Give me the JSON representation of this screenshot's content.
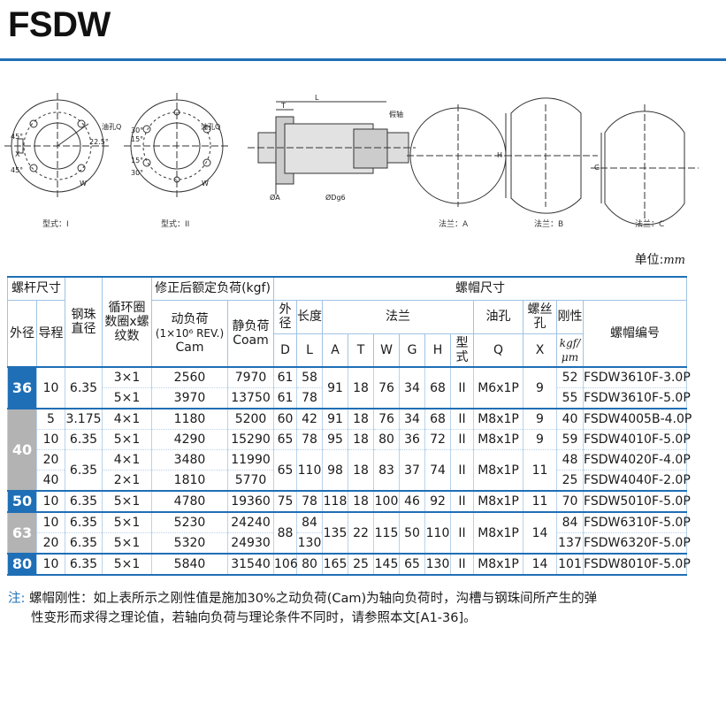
{
  "title": "FSDW",
  "drawings": {
    "type1_caption": "型式：I",
    "type2_caption": "型式：II",
    "flangeA_caption": "法兰：A",
    "flangeB_caption": "法兰：B",
    "flangeC_caption": "法兰：C",
    "labels": {
      "oil_hole": "油孔Q",
      "deg45": "45°",
      "deg225": "22.5°",
      "deg30": "30°",
      "deg15": "15°",
      "X": "X",
      "W": "W",
      "L": "L",
      "T": "T",
      "H": "H",
      "G": "G",
      "fake_shaft": "假轴",
      "phiA": "ØA",
      "phiDg6": "ØDg6"
    }
  },
  "unit_label": "单位:",
  "unit_value": "mm",
  "table": {
    "head": {
      "shaft_size": "螺杆尺寸",
      "outer_dia": "外径",
      "lead": "导程",
      "ball_dia": "钢珠直径",
      "circuits": "循环圈数圈x螺纹数",
      "load_group": "修正后额定负荷(kgf)",
      "dynamic_load": "动负荷",
      "dynamic_unit": "(1×10⁶ REV.)",
      "dynamic_cam": "Cam",
      "static_load": "静负荷",
      "static_coam": "Coam",
      "nut_size": "螺帽尺寸",
      "nut_od": "外径",
      "length": "长度",
      "flange": "法兰",
      "oil_hole": "油孔",
      "screw_hole": "螺丝孔",
      "stiffness": "刚性",
      "nut_model": "螺帽编号",
      "D": "D",
      "L": "L",
      "A": "A",
      "T": "T",
      "W": "W",
      "G": "G",
      "H": "H",
      "type": "型式",
      "Q": "Q",
      "X": "X",
      "stiff_unit": "kgf/μm"
    },
    "rows": [
      {
        "dia": "36",
        "lead": "10",
        "ball": "6.35",
        "circ": "3×1",
        "dyn": "2560",
        "stat": "7970",
        "D": "61",
        "L": "58",
        "A": "91",
        "T": "18",
        "W": "76",
        "G": "34",
        "H": "68",
        "type": "II",
        "Q": "M6x1P",
        "X": "9",
        "K": "52",
        "model": "FSDW3610F-3.0P"
      },
      {
        "circ": "5×1",
        "dyn": "3970",
        "stat": "13750",
        "D": "61",
        "L": "78",
        "K": "55",
        "model": "FSDW3610F-5.0P"
      },
      {
        "dia": "40",
        "lead": "5",
        "ball": "3.175",
        "circ": "4×1",
        "dyn": "1180",
        "stat": "5200",
        "D": "60",
        "L": "42",
        "A": "91",
        "T": "18",
        "W": "76",
        "G": "34",
        "H": "68",
        "type": "II",
        "Q": "M8x1P",
        "X": "9",
        "K": "40",
        "model": "FSDW4005B-4.0P"
      },
      {
        "lead": "10",
        "ball": "6.35",
        "circ": "5×1",
        "dyn": "4290",
        "stat": "15290",
        "D": "65",
        "L": "78",
        "A": "95",
        "T": "18",
        "W": "80",
        "G": "36",
        "H": "72",
        "type": "II",
        "Q": "M8x1P",
        "X": "9",
        "K": "59",
        "model": "FSDW4010F-5.0P"
      },
      {
        "lead": "20",
        "ball": "6.35",
        "circ": "4×1",
        "dyn": "3480",
        "stat": "11990",
        "D": "65",
        "L": "110",
        "A": "98",
        "T": "18",
        "W": "83",
        "G": "37",
        "H": "74",
        "type": "II",
        "Q": "M8x1P",
        "X": "11",
        "K": "48",
        "model": "FSDW4020F-4.0P"
      },
      {
        "lead": "40",
        "circ": "2×1",
        "dyn": "1810",
        "stat": "5770",
        "K": "25",
        "model": "FSDW4040F-2.0P"
      },
      {
        "dia": "50",
        "lead": "10",
        "ball": "6.35",
        "circ": "5×1",
        "dyn": "4780",
        "stat": "19360",
        "D": "75",
        "L": "78",
        "A": "118",
        "T": "18",
        "W": "100",
        "G": "46",
        "H": "92",
        "type": "II",
        "Q": "M8x1P",
        "X": "11",
        "K": "70",
        "model": "FSDW5010F-5.0P"
      },
      {
        "dia": "63",
        "lead": "10",
        "ball": "6.35",
        "circ": "5×1",
        "dyn": "5230",
        "stat": "24240",
        "D": "88",
        "L": "84",
        "A": "135",
        "T": "22",
        "W": "115",
        "G": "50",
        "H": "110",
        "type": "II",
        "Q": "M8x1P",
        "X": "14",
        "K": "84",
        "model": "FSDW6310F-5.0P"
      },
      {
        "lead": "20",
        "ball": "6.35",
        "circ": "5×1",
        "dyn": "5320",
        "stat": "24930",
        "L": "130",
        "K": "137",
        "model": "FSDW6320F-5.0P"
      },
      {
        "dia": "80",
        "lead": "10",
        "ball": "6.35",
        "circ": "5×1",
        "dyn": "5840",
        "stat": "31540",
        "D": "106",
        "L": "80",
        "A": "165",
        "T": "25",
        "W": "145",
        "G": "65",
        "H": "130",
        "type": "II",
        "Q": "M8x1P",
        "X": "14",
        "K": "101",
        "model": "FSDW8010F-5.0P"
      }
    ]
  },
  "note": {
    "label": "注:",
    "line1": "螺帽刚性：如上表所示之刚性值是施加30%之动负荷(Cam)为轴向负荷时，沟槽与钢珠间所产生的弹",
    "line2": "性变形而求得之理论值，若轴向负荷与理论条件不同时，请参照本文[A1-36]。"
  },
  "colors": {
    "accent": "#1f6fb6",
    "grey_band": "#b3b3b3"
  }
}
